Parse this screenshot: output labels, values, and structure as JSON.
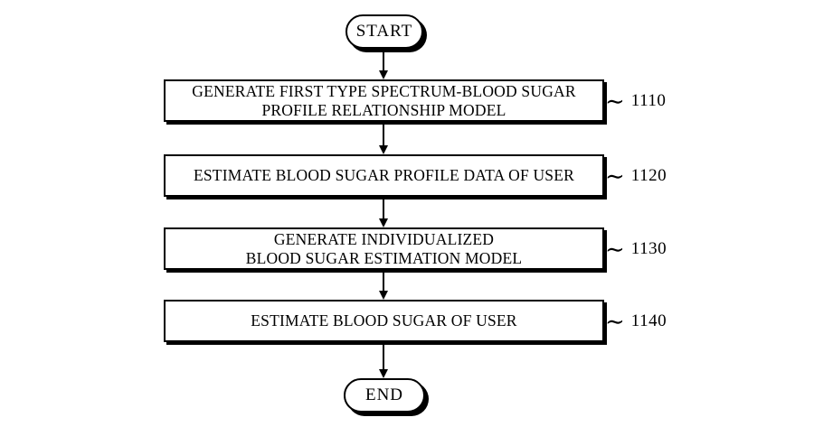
{
  "figure": {
    "start_label": "START",
    "end_label": "END",
    "ref_connector": "∼",
    "steps": [
      {
        "line1": "GENERATE FIRST TYPE SPECTRUM-BLOOD SUGAR",
        "line2": "PROFILE RELATIONSHIP MODEL",
        "ref": "1110"
      },
      {
        "line1": "ESTIMATE BLOOD SUGAR PROFILE DATA OF USER",
        "line2": "",
        "ref": "1120"
      },
      {
        "line1": "GENERATE INDIVIDUALIZED",
        "line2": "BLOOD SUGAR ESTIMATION MODEL",
        "ref": "1130"
      },
      {
        "line1": "ESTIMATE BLOOD SUGAR OF USER",
        "line2": "",
        "ref": "1140"
      }
    ],
    "colors": {
      "ink": "#000000",
      "background": "#ffffff"
    }
  }
}
